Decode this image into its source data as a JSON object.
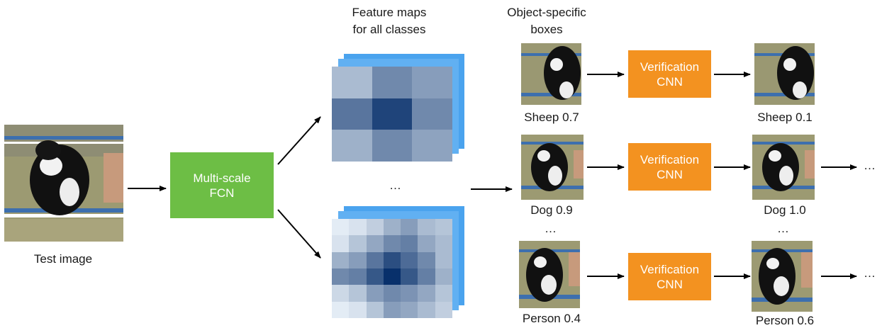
{
  "labels": {
    "test_image": "Test image",
    "feature_maps_line1": "Feature maps",
    "feature_maps_line2": "for all classes",
    "object_boxes_line1": "Object-specific",
    "object_boxes_line2": "boxes"
  },
  "fcn": {
    "line1": "Multi-scale",
    "line2": "FCN"
  },
  "verification": {
    "line1": "Verification",
    "line2": "CNN"
  },
  "ellipsis": "…",
  "rows": [
    {
      "input_label": "Sheep 0.7",
      "output_label": "Sheep 0.1",
      "continues": false
    },
    {
      "input_label": "Dog 0.9",
      "output_label": "Dog 1.0",
      "continues": true
    },
    {
      "input_label": "Person 0.4",
      "output_label": "Person 0.6",
      "continues": true
    }
  ],
  "colors": {
    "fcn": "#6dbe45",
    "verification": "#f39220",
    "feature_map_back": "#4aa3ee",
    "arrow": "#000000"
  },
  "feature_map_top_cells": [
    [
      0.3,
      0.55,
      0.45
    ],
    [
      0.65,
      0.9,
      0.55
    ],
    [
      0.35,
      0.55,
      0.42
    ]
  ],
  "feature_map_bottom_cells": [
    [
      0.05,
      0.1,
      0.2,
      0.35,
      0.45,
      0.3,
      0.25
    ],
    [
      0.1,
      0.25,
      0.4,
      0.55,
      0.6,
      0.4,
      0.3
    ],
    [
      0.35,
      0.45,
      0.65,
      0.85,
      0.7,
      0.55,
      0.3
    ],
    [
      0.55,
      0.6,
      0.8,
      1.0,
      0.8,
      0.6,
      0.35
    ],
    [
      0.15,
      0.25,
      0.45,
      0.55,
      0.5,
      0.4,
      0.25
    ],
    [
      0.05,
      0.1,
      0.25,
      0.45,
      0.4,
      0.3,
      0.2
    ]
  ]
}
